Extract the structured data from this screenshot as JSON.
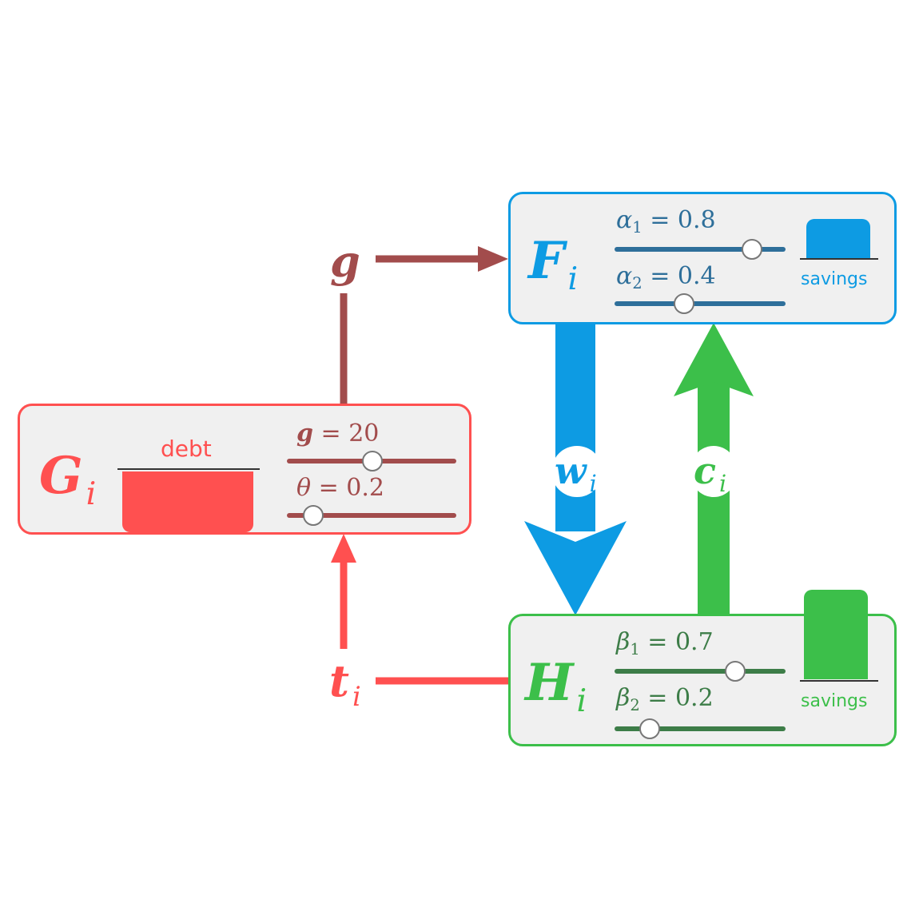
{
  "colors": {
    "firm": "#0d9be3",
    "firm_dark": "#2e6f9a",
    "household": "#3cbf4a",
    "household_dark": "#3d7d48",
    "government": "#ff5050",
    "government_dark": "#a24c4c",
    "box_fill": "#f0f0f0"
  },
  "firm": {
    "symbol": "F",
    "subscript": "i",
    "param1": {
      "symbol": "α",
      "sub": "1",
      "eq": " = 0.8",
      "value": 0.8
    },
    "param2": {
      "symbol": "α",
      "sub": "2",
      "eq": " = 0.4",
      "value": 0.4
    },
    "savings_label": "savings",
    "savings_level": 0.45
  },
  "household": {
    "symbol": "H",
    "subscript": "i",
    "param1": {
      "symbol": "β",
      "sub": "1",
      "eq": " = 0.7",
      "value": 0.7
    },
    "param2": {
      "symbol": "β",
      "sub": "2",
      "eq": " = 0.2",
      "value": 0.2
    },
    "savings_label": "savings",
    "savings_level": 1.0
  },
  "government": {
    "symbol": "G",
    "subscript": "i",
    "debt_label": "debt",
    "param1": {
      "symbol": "g",
      "eq": " = 20",
      "value": 0.5
    },
    "param2": {
      "symbol": "θ",
      "eq": " = 0.2",
      "value": 0.15
    }
  },
  "flows": {
    "wages": {
      "symbol": "w",
      "subscript": "i"
    },
    "consumption": {
      "symbol": "c",
      "subscript": "i"
    },
    "spending": {
      "symbol": "g"
    },
    "taxes": {
      "symbol": "t",
      "subscript": "i"
    }
  }
}
